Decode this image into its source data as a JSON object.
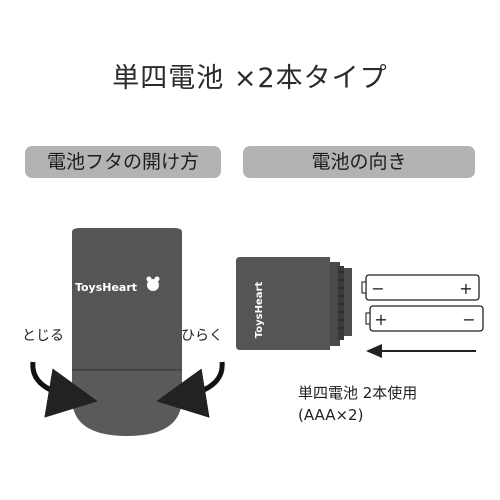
{
  "title": "単四電池 ×2本タイプ",
  "sections": {
    "cover_open": "電池フタの開け方",
    "battery_direction": "電池の向き"
  },
  "device": {
    "brand": "ToysHeart"
  },
  "directions": {
    "close": "とじる",
    "open": "ひらく"
  },
  "battery": {
    "minus": "−",
    "plus": "+"
  },
  "spec": {
    "line1": "単四電池 2本使用",
    "line2": "(AAA×2)"
  },
  "colors": {
    "device": "#555555",
    "pill": "#b3b3b3"
  }
}
